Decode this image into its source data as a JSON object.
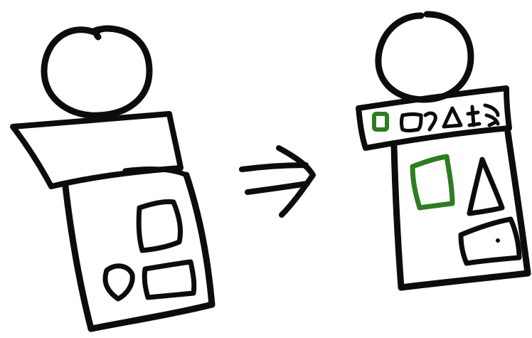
{
  "diagram": {
    "style": "hand-drawn sketch",
    "colors": {
      "ink": "#0c0c0c",
      "accent": "#2f7d22",
      "background": "#ffffff"
    },
    "before": {
      "description_icons": [
        "rounded-square",
        "round-blob",
        "rectangle"
      ]
    },
    "after": {
      "toolbar_icons": [
        "square-selected",
        "rounded-square",
        "curve",
        "triangle",
        "text-tool",
        "pen-tool"
      ],
      "canvas_shapes": [
        "green-square",
        "triangle",
        "rectangle-with-dot"
      ]
    },
    "arrow": "double-line-arrow"
  }
}
